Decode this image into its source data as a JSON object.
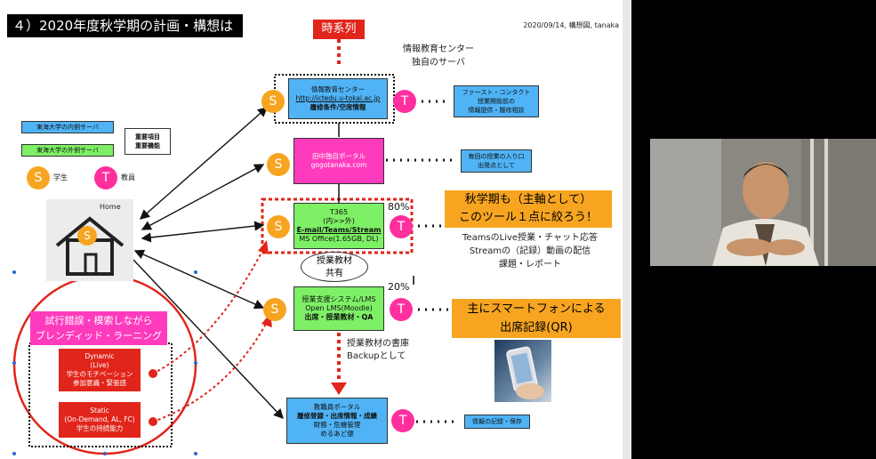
{
  "slide": {
    "title": "４）2020年度秋学期の計画・構想は",
    "date_author": "2020/09/14, 構想図, tanaka",
    "timeline_label": "時系列",
    "server_caption_line1": "情報教育センター",
    "server_caption_line2": "独自のサーバ"
  },
  "legend": {
    "internal": "東海大学の内側サーバ",
    "external": "東海大学の外側サーバ",
    "important_line1": "重要項目",
    "important_line2": "重要機能",
    "student_symbol": "S",
    "student_label": "学生",
    "teacher_symbol": "T",
    "teacher_label": "教員"
  },
  "home": {
    "label": "Home",
    "symbol": "S"
  },
  "nodes": {
    "center": {
      "line1": "情報教育センター",
      "line2": "http://ictedu.u-tokai.ac.jp",
      "line3": "履修条件/空席情報"
    },
    "portal": {
      "line1": "田中独自ポータル",
      "line2": "gogotanaka.com"
    },
    "t365": {
      "line1": "T365",
      "line2": "(内>>外)",
      "line3": "E-mail/Teams/Stream",
      "line4": "MS Office(1.65GB, DL)",
      "percent": "80%"
    },
    "materials": {
      "line1": "授業教材",
      "line2": "共有"
    },
    "lms": {
      "line1": "授業支援システム/LMS",
      "line2": "Open LMS(Moodle)",
      "line3": "出席・授業教材・QA",
      "percent": "20%"
    },
    "backup": {
      "line1": "授業教材の書庫",
      "line2": "Backupとして"
    },
    "staff_portal": {
      "line1": "教職員ポータル",
      "line2": "履修登録・出席情報・成績",
      "line3": "財務・危機管理",
      "line4": "めるあど便"
    }
  },
  "side_notes": {
    "first_contact_line1": "ファースト・コンタクト",
    "first_contact_line2": "授業開始前の",
    "first_contact_line3": "情報提供・履修相談",
    "entry_line1": "毎回の授業の入り口",
    "entry_line2": "出発点として",
    "record": "情報の記録・保存"
  },
  "callouts": {
    "focus_line1": "秋学期も（主軸として）",
    "focus_line2": "このツール１点に絞ろう！",
    "teams_line1": "TeamsのLive授業・チャット応答",
    "teams_line2": "Streamの（記録）動画の配信",
    "teams_line3": "課題・レポート",
    "smartphone_line1": "主にスマートフォンによる",
    "smartphone_line2": "出席記録(QR)"
  },
  "blended": {
    "header_line1": "試行錯誤・模索しながら",
    "header_line2": "ブレンディッド・ラーニング",
    "dynamic_line1": "Dynamic",
    "dynamic_line2": "(Live)",
    "dynamic_line3": "学生のモチベーション",
    "dynamic_line4": "参加意識・緊張感",
    "static_line1": "Static",
    "static_line2": "(On-Demand, AL, FC)",
    "static_line3": "学生の持続能力"
  },
  "symbols": {
    "s": "S",
    "t": "T"
  },
  "colors": {
    "internal_blue": "#4fb3f6",
    "external_green": "#7df065",
    "portal_pink": "#ff3bbd",
    "student_orange": "#f7a521",
    "teacher_pink": "#ff2f9e",
    "alert_red": "#e1251b",
    "callout_orange": "#f7a521"
  }
}
